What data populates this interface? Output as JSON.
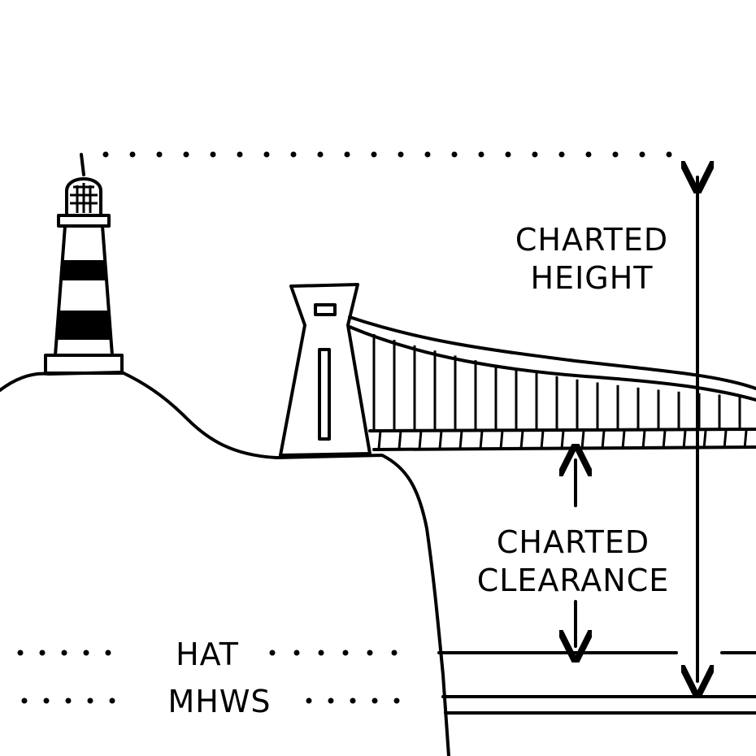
{
  "labels": {
    "charted_height": [
      "CHARTED",
      "HEIGHT"
    ],
    "charted_clearance": [
      "CHARTED",
      "CLEARANCE"
    ],
    "hat": "HAT",
    "mhws": "MHWS"
  },
  "colors": {
    "ink": "#000000",
    "background": "#ffffff"
  }
}
